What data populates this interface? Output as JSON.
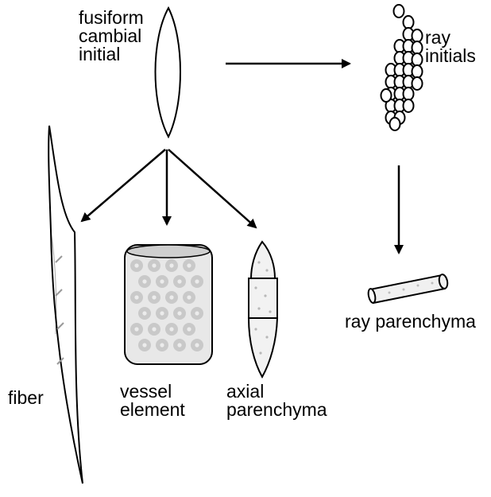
{
  "labels": {
    "fusiform": [
      "fusiform",
      "cambial",
      "initial"
    ],
    "ray_initials": [
      "ray",
      "initials"
    ],
    "ray_parenchyma": "ray parenchyma",
    "fiber": "fiber",
    "vessel_element": [
      "vessel",
      "element"
    ],
    "axial_parenchyma": [
      "axial",
      "parenchyma"
    ]
  },
  "colors": {
    "stroke": "#000000",
    "cell_fill": "#e6e6e6",
    "pit": "#c9c9c9",
    "background": "#ffffff"
  }
}
